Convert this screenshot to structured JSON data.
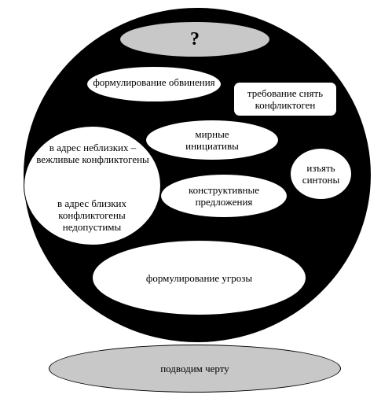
{
  "top_label": "?",
  "items": {
    "accusation": "формулирование обвинения",
    "remove_conflictogen": "требование снять конфликтоген",
    "peace_initiatives": "мирные инициативы",
    "distant_polite": "в адрес неблизких – вежливые конфликтогены",
    "close_unacceptable": "в адрес близких конфликтогены недопустимы",
    "remove_syntons": "изъять синтоны",
    "constructive": "конструктивные предложения",
    "threat": "формулирование угрозы"
  },
  "bottom_label": "подводим черту"
}
